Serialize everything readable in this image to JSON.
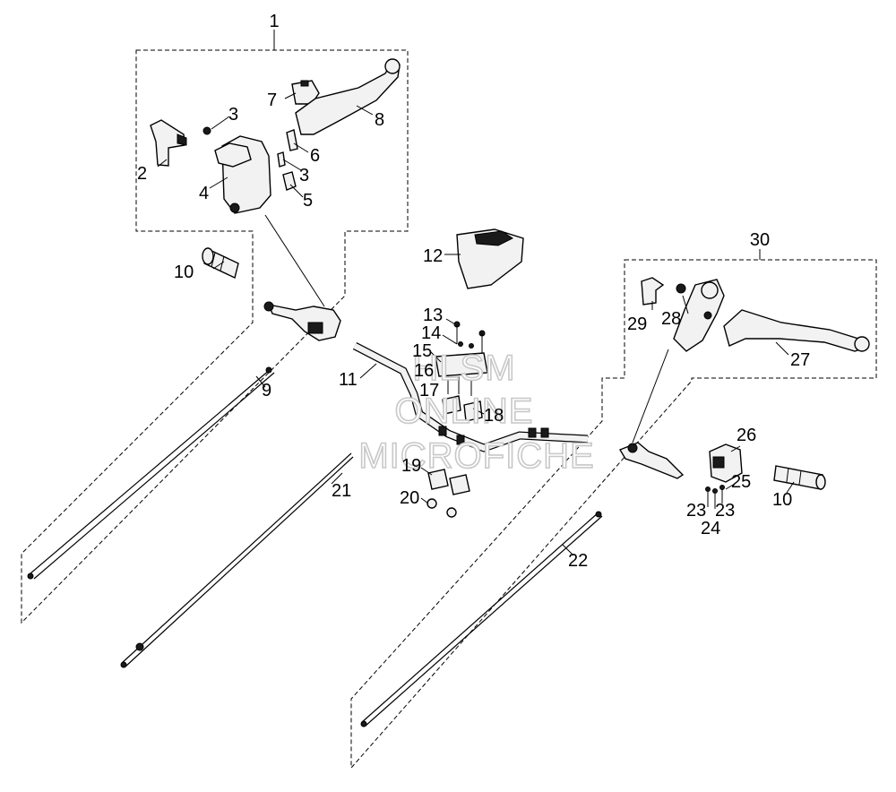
{
  "watermark": {
    "line1": "HLSM",
    "line2": "ONLINE",
    "line3": "MICROFICHE"
  },
  "callouts": {
    "c1": "1",
    "c2": "2",
    "c3a": "3",
    "c3b": "3",
    "c4": "4",
    "c5": "5",
    "c6": "6",
    "c7": "7",
    "c8": "8",
    "c9": "9",
    "c10a": "10",
    "c10b": "10",
    "c11": "11",
    "c12": "12",
    "c13": "13",
    "c14": "14",
    "c15": "15",
    "c16": "16",
    "c17": "17",
    "c18": "18",
    "c19": "19",
    "c20": "20",
    "c21": "21",
    "c22": "22",
    "c23a": "23",
    "c23b": "23",
    "c24": "24",
    "c25": "25",
    "c26": "26",
    "c27": "27",
    "c28": "28",
    "c29": "29",
    "c30": "30"
  }
}
